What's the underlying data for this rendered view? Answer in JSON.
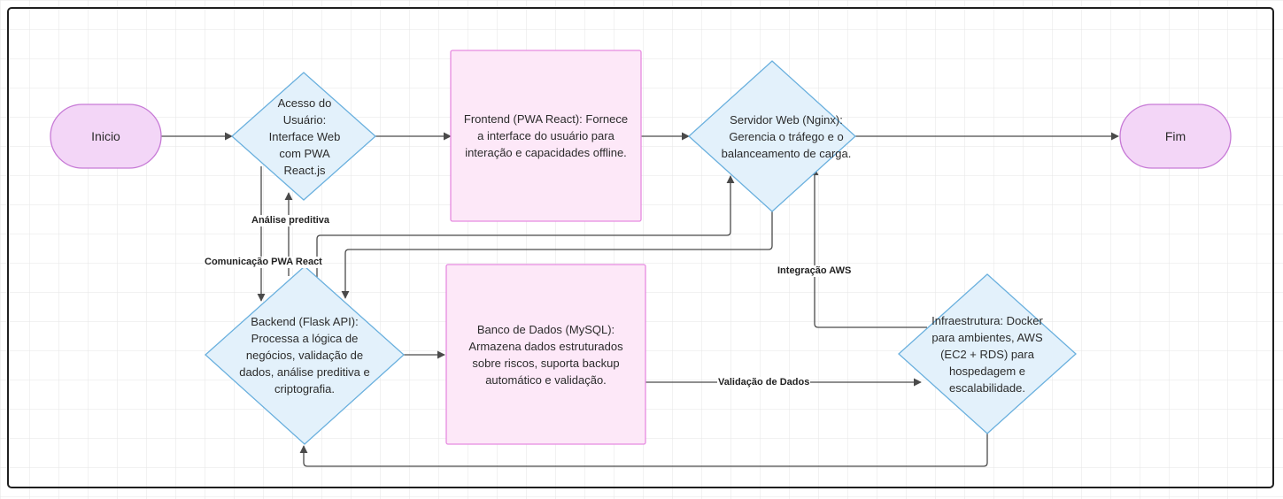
{
  "diagram": {
    "nodes": {
      "inicio": "Inicio",
      "fim": "Fim",
      "acesso": "Acesso do Usuário: Interface Web com PWA React.js",
      "frontend": "Frontend (PWA React): Fornece a interface do usuário para interação e capacidades offline.",
      "servidor": "Servidor Web (Nginx): Gerencia o tráfego e o balanceamento de carga.",
      "backend": "Backend (Flask API): Processa a lógica de negócios, validação de dados, análise preditiva e criptografia.",
      "banco": "Banco de Dados (MySQL): Armazena dados estruturados sobre riscos, suporta backup automático e validação.",
      "infra": "Infraestrutura: Docker para ambientes, AWS (EC2 + RDS) para hospedagem e escalabilidade."
    },
    "edge_labels": {
      "analise": "Análise preditiva",
      "comunicacao": "Comunicação PWA React",
      "integracao": "Integração AWS",
      "validacao": "Validação de Dados"
    },
    "colors": {
      "terminal_fill": "#f3d6f7",
      "terminal_stroke": "#c77ad6",
      "process_fill": "#fde8f8",
      "process_stroke": "#e68ae0",
      "decision_fill": "#e3f1fb",
      "decision_stroke": "#6ab0de",
      "edge": "#4a4a4a",
      "grid": "#e6e6e6",
      "frame": "#1f1f1f"
    }
  }
}
